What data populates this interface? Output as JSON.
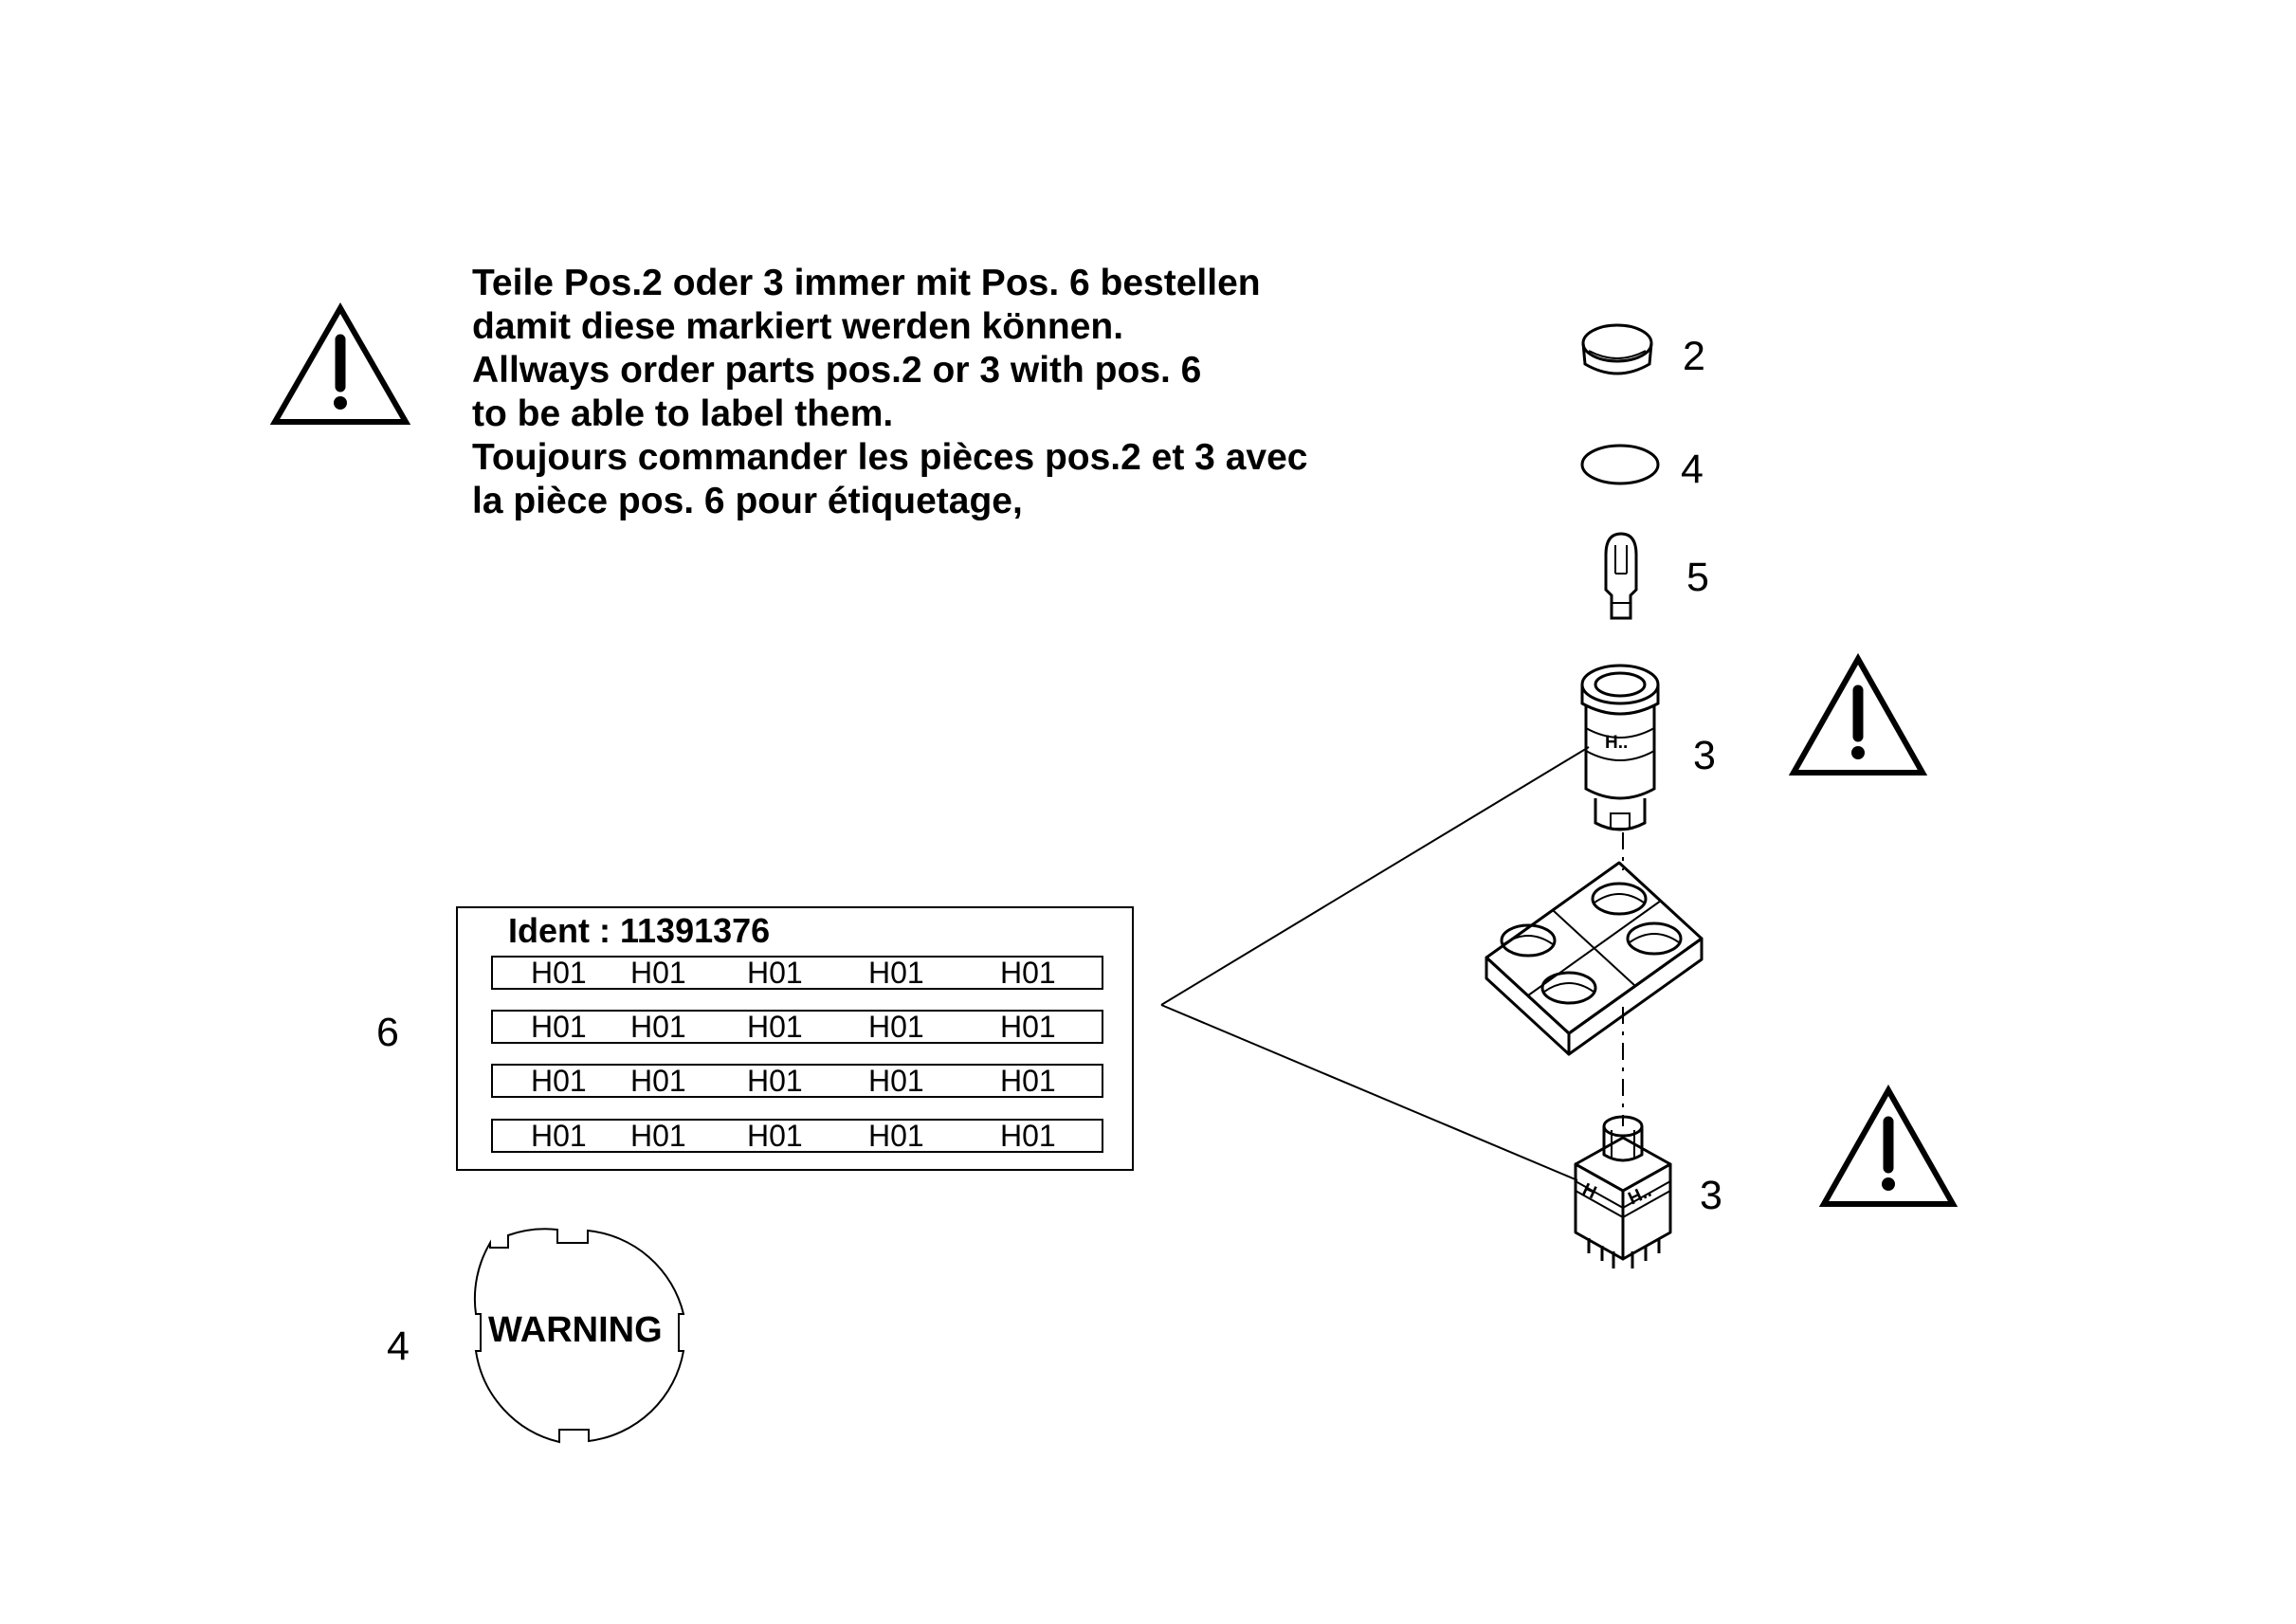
{
  "note": {
    "lines": [
      "Teile Pos.2 oder 3 immer mit Pos. 6 bestellen",
      "damit diese markiert werden können.",
      "Allways order parts pos.2 or 3 with pos. 6",
      "to be able to label them.",
      "Toujours commander les pièces pos.2 et 3 avec",
      "la pièce pos. 6 pour étiquetage,"
    ]
  },
  "callouts": {
    "cap": "2",
    "lens": "4",
    "bulb": "5",
    "pushbutton": "3",
    "switch_block": "3",
    "label_sheet": "6",
    "warning_label": "4"
  },
  "label_sheet": {
    "ident_label": "Ident :",
    "ident_number": "11391376",
    "rows": [
      [
        "H01",
        "H01",
        "H01",
        "H01",
        "H01"
      ],
      [
        "H01",
        "H01",
        "H01",
        "H01",
        "H01"
      ],
      [
        "H01",
        "H01",
        "H01",
        "H01",
        "H01"
      ],
      [
        "H01",
        "H01",
        "H01",
        "H01",
        "H01"
      ]
    ]
  },
  "part_markings": {
    "pushbutton_mark": "H..",
    "switch_mark_left": "H",
    "switch_mark_right": "H.."
  },
  "warning_label": {
    "text": "WARNING"
  },
  "icons": [
    "warning-triangle-icon"
  ]
}
